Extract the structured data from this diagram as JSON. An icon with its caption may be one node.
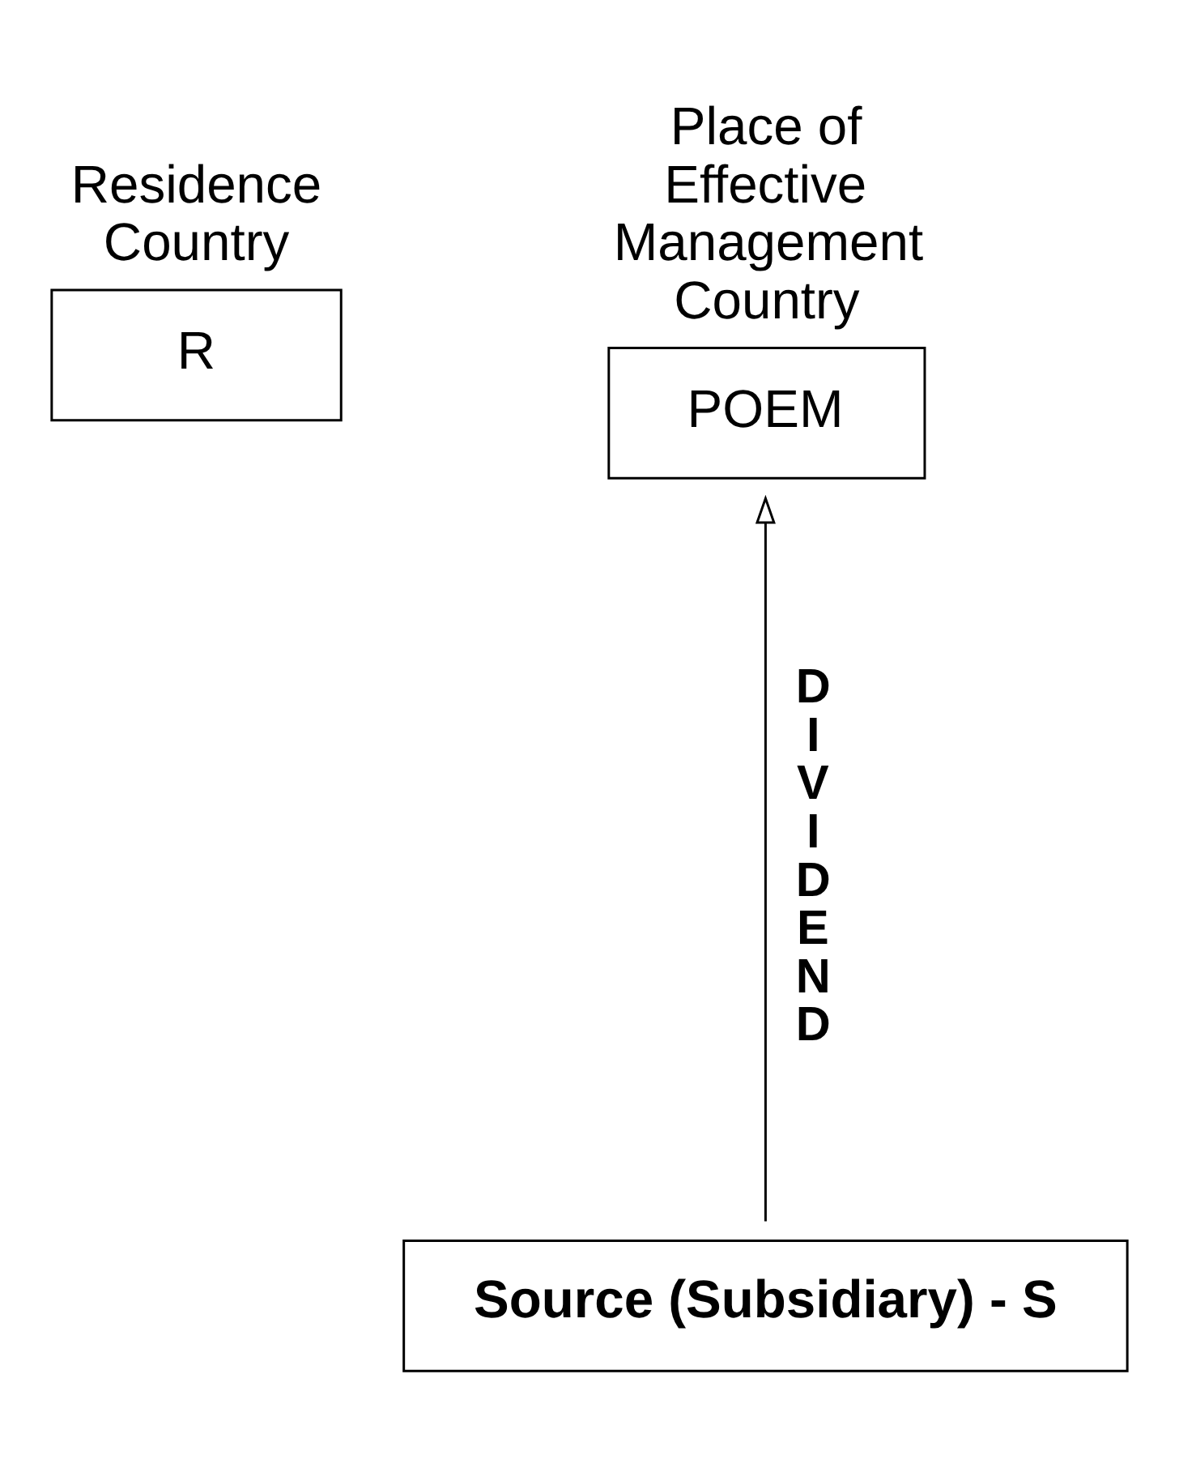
{
  "diagram": {
    "nodes": [
      {
        "text": [
          "Residence Country",
          "R"
        ]
      },
      {
        "text": [
          "Place of Effective Management Country",
          "POEM"
        ]
      },
      {
        "text": [
          "Source (Subsidiary) - S"
        ]
      }
    ],
    "edges": [
      {
        "from": 2,
        "to": 1,
        "arrow": "to",
        "label": "DIVIDEND"
      }
    ]
  }
}
